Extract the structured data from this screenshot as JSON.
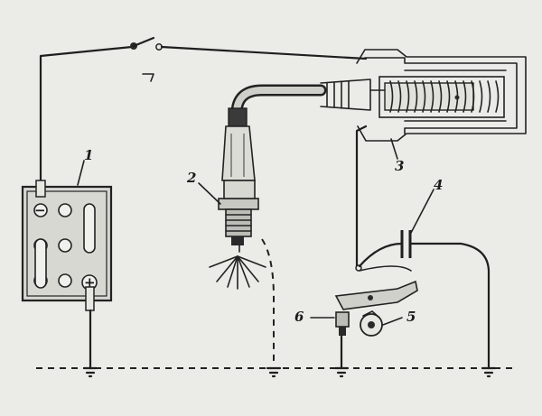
{
  "labels": {
    "battery": "1",
    "spark_plug": "2",
    "ignition_coil": "3",
    "capacitor": "4",
    "cam": "5",
    "breaker_contacts": "6"
  },
  "battery_signs": {
    "minus": "−",
    "plus": "+"
  },
  "icons": {
    "switch": "ignition-switch-icon",
    "ground": "ground-symbol-icon"
  }
}
